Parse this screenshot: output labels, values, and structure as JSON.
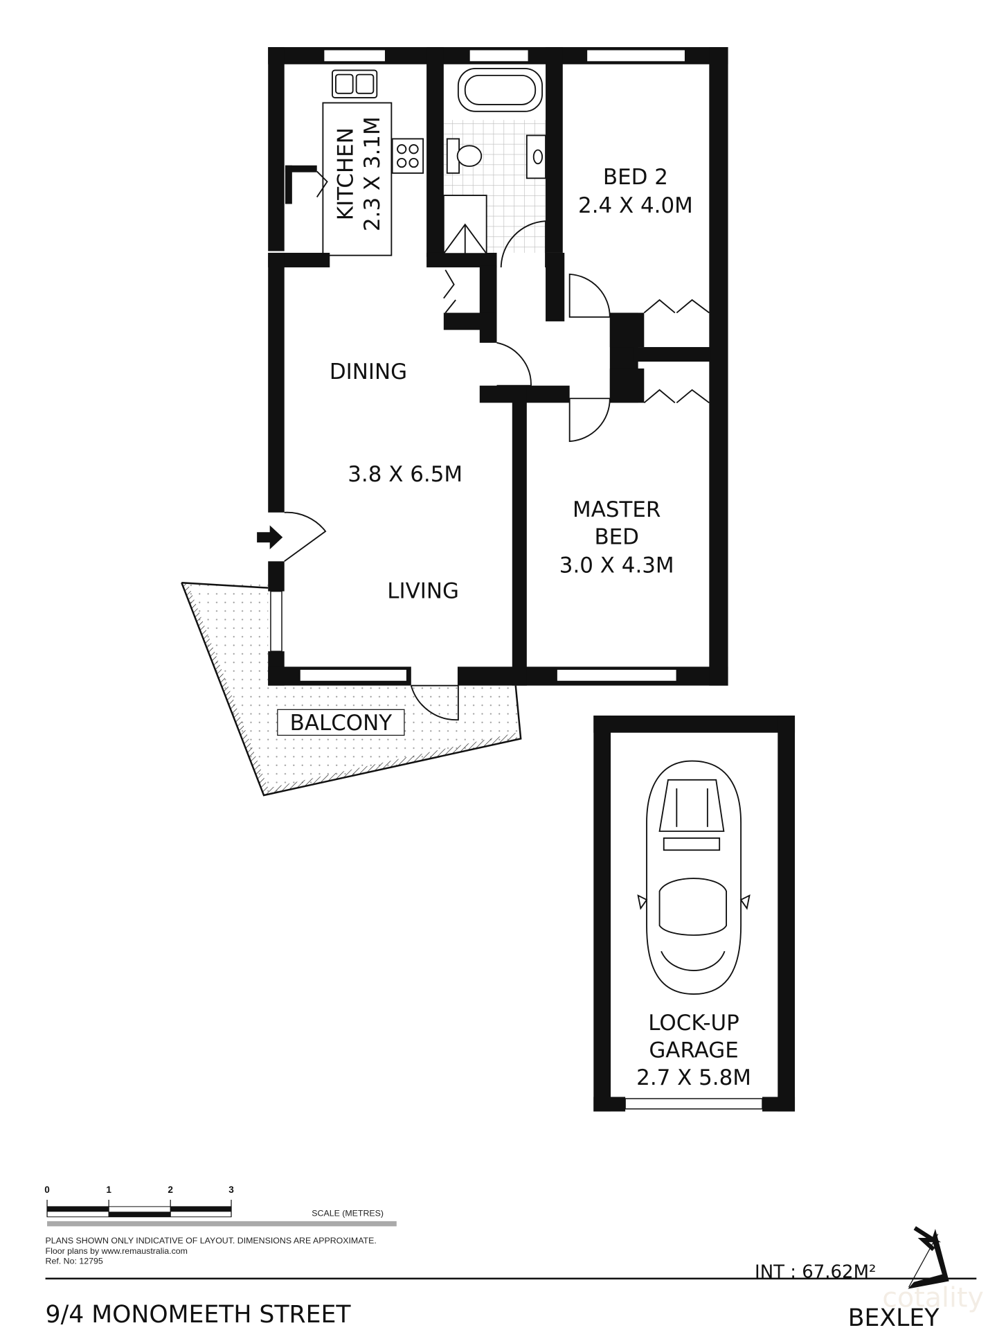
{
  "rooms": {
    "kitchen": {
      "label": "KITCHEN",
      "dims": "2.3 X 3.1M"
    },
    "bed2": {
      "label": "BED 2",
      "dims": "2.4 X 4.0M"
    },
    "dining": {
      "label": "DINING"
    },
    "living_dims": "3.8 X 6.5M",
    "living": {
      "label": "LIVING"
    },
    "master": {
      "label_1": "MASTER",
      "label_2": "BED",
      "dims": "3.0 X 4.3M"
    },
    "balcony": {
      "label": "BALCONY"
    },
    "garage": {
      "label_1": "LOCK-UP",
      "label_2": "GARAGE",
      "dims": "2.7 X 5.8M"
    }
  },
  "scale": {
    "ticks": [
      "0",
      "1",
      "2",
      "3"
    ],
    "label": "SCALE (METRES)"
  },
  "notes": {
    "disclaimer": "PLANS SHOWN ONLY INDICATIVE OF LAYOUT.  DIMENSIONS ARE APPROXIMATE.",
    "credit": "Floor plans by www.remaustralia.com",
    "ref": "Ref. No: 12795"
  },
  "area": "INT : 67.62M²",
  "address": "9/4 MONOMEETH STREET",
  "suburb": "BEXLEY",
  "watermark": "cotality",
  "icons": [
    "north-arrow-icon",
    "entry-arrow-icon",
    "car-icon"
  ]
}
